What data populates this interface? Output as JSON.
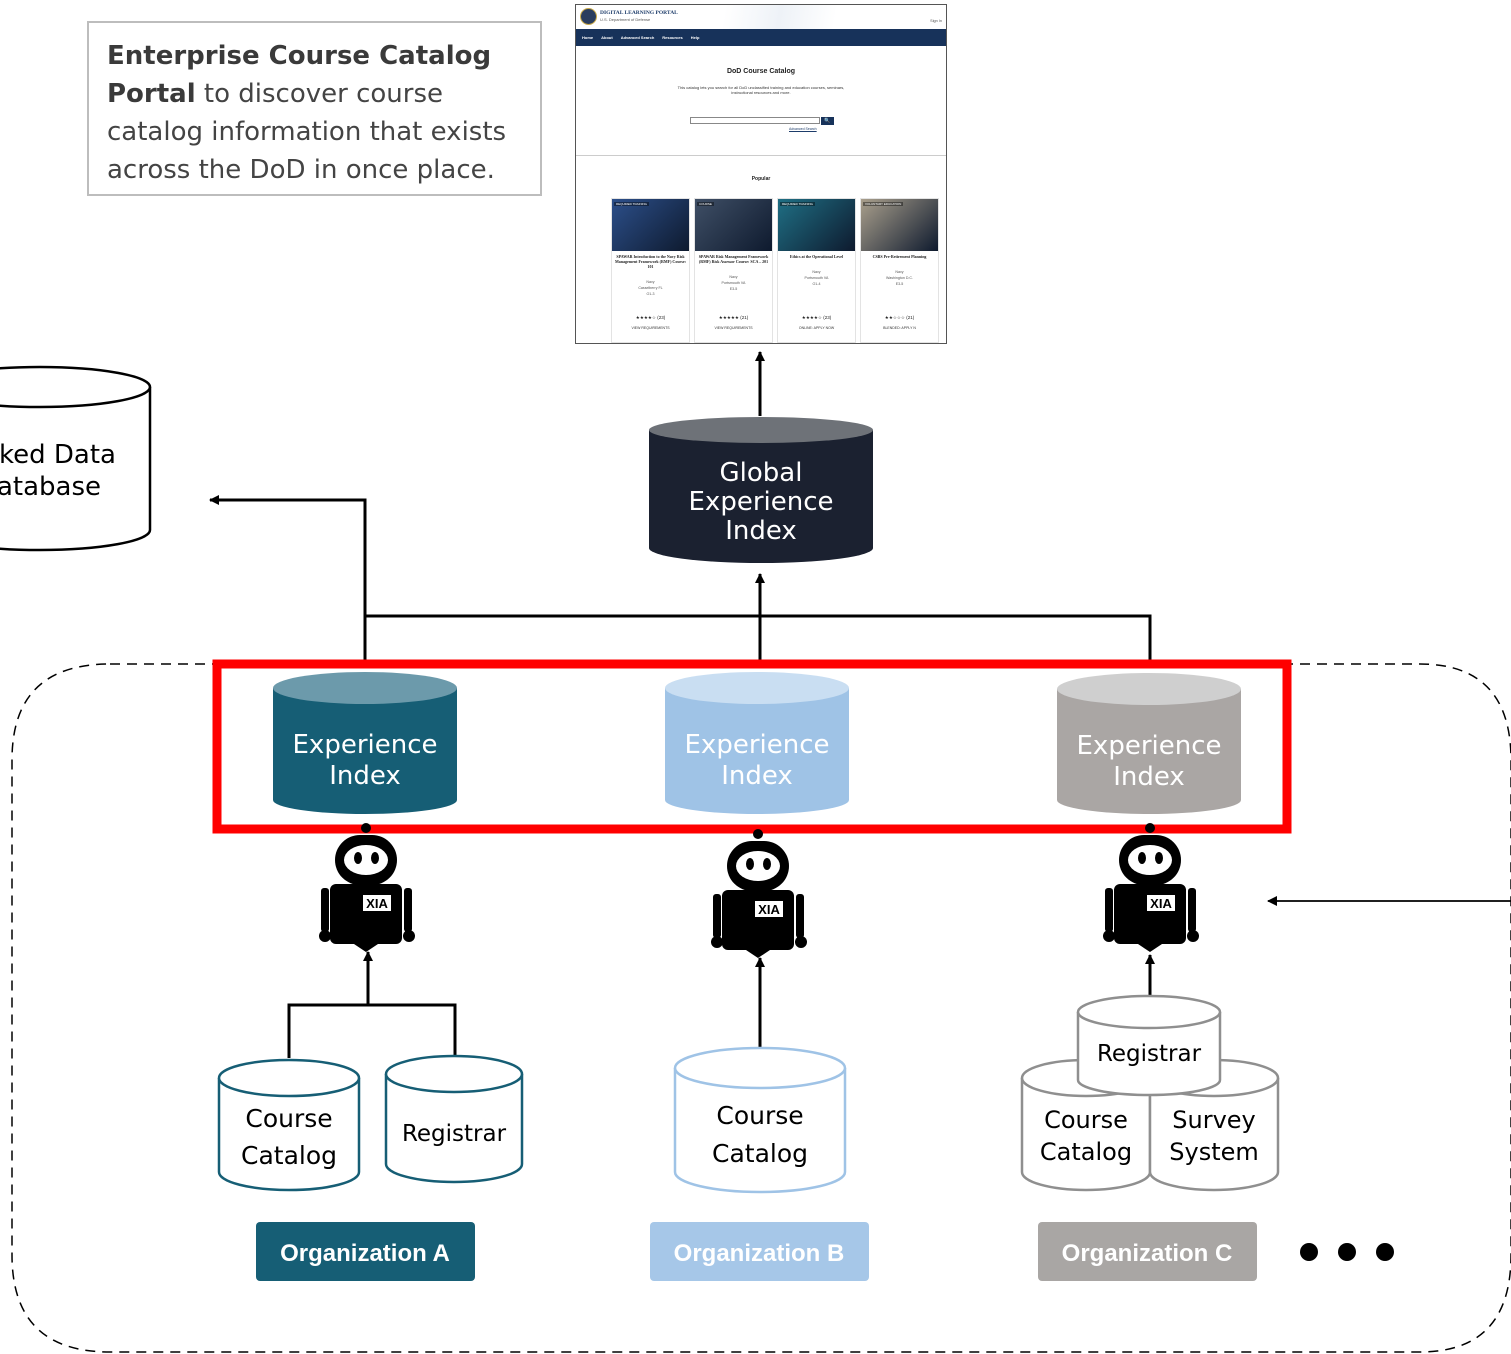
{
  "callout": {
    "bold_text": "Enterprise Course Catalog Portal",
    "rest_text": " to discover course catalog information that exists across the DoD in once place."
  },
  "portal": {
    "brand": "DIGITAL LEARNING PORTAL",
    "subbrand": "U.S. Department of Defense",
    "sign_in": "Sign In",
    "nav": [
      "Home",
      "About",
      "Advanced Search",
      "Resources",
      "Help"
    ],
    "heading": "DoD Course Catalog",
    "description": "This catalog lets you search for all DoD unclassified training and education courses, seminars, instructional resources and more.",
    "search_button": "🔍",
    "advanced_link": "Advanced Search",
    "popular_label": "Popular",
    "cards": [
      {
        "tag": "REQUIRED TRAINING",
        "title": "SPAWAR Introduction to the Navy Risk Management Framework (RMF) Course: 101",
        "meta": "Navy\nCasselberry FL\nO1-3",
        "stars": "★★★★☆ (23)",
        "action": "VIEW REQUIREMENTS",
        "image_color": "#2c4f8a"
      },
      {
        "tag": "COURSE",
        "title": "SPAWAR Risk Management Framework (RMF) Risk Assessor Course: SCA – 201",
        "meta": "Navy\nPortsmouth VA\nE3-5",
        "stars": "★★★★★ (21)",
        "action": "VIEW REQUIREMENTS",
        "image_color": "#3f4f66"
      },
      {
        "tag": "REQUIRED TRAINING",
        "title": "Ethics at the Operational Level",
        "meta": "Navy\nPortsmouth VA\nO1-4",
        "stars": "★★★★☆ (23)",
        "action": "ONLINE: APPLY NOW",
        "image_color": "#1f6f84"
      },
      {
        "tag": "VOLUNTARY EDUCATION",
        "title": "CSBS Pre-Retirement Planning",
        "meta": "Navy\nWashington D.C.\nE3-5",
        "stars": "★★☆☆☆ (21)",
        "action": "BLENDED: APPLY N",
        "image_color": "#a99f8c"
      }
    ]
  },
  "nodes": {
    "linked_db": [
      "ked Data",
      "atabase"
    ],
    "global_index": [
      "Global",
      "Experience",
      "Index"
    ],
    "index_a": [
      "Experience",
      "Index"
    ],
    "index_b": [
      "Experience",
      "Index"
    ],
    "index_c": [
      "Experience",
      "Index"
    ],
    "agent_label": "XIA",
    "org_a_sources": {
      "course_catalog": [
        "Course",
        "Catalog"
      ],
      "registrar": "Registrar"
    },
    "org_b_sources": {
      "course_catalog": [
        "Course",
        "Catalog"
      ]
    },
    "org_c_sources": {
      "registrar": "Registrar",
      "course_catalog": [
        "Course",
        "Catalog"
      ],
      "survey": [
        "Survey",
        "System"
      ]
    }
  },
  "organizations": [
    {
      "label": "Organization A",
      "color": "#165e75"
    },
    {
      "label": "Organization B",
      "color": "#a6c7e8"
    },
    {
      "label": "Organization C",
      "color": "#a9a6a4"
    }
  ],
  "colors": {
    "index_a": "#165e75",
    "index_a_top": "#6c9aab",
    "index_b": "#9fc3e6",
    "index_b_top": "#c9def2",
    "index_c": "#aaa6a4",
    "index_c_top": "#cfcfcf",
    "global": "#1b2130",
    "global_top": "#6e7278",
    "highlight": "#ff0000"
  }
}
